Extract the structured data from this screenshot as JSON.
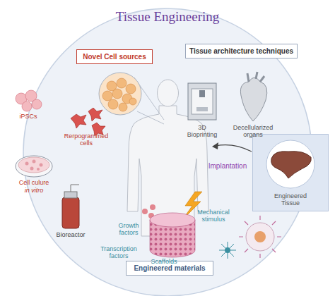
{
  "diagram": {
    "title": "Tissue Engineering",
    "nodes": [
      {
        "text": [
          "Novel Cell sources"
        ]
      },
      {
        "text": [
          "Tissue architecture techniques"
        ]
      },
      {
        "text": [
          "Engineered Tissue"
        ]
      },
      {
        "text": [
          "Engineered materials"
        ]
      }
    ],
    "labels": [
      "iPSCs",
      "Rerpogrammed cells",
      "Cell culure",
      "in vitro",
      "Bioreactor",
      "3D Bioprinting",
      "Decellularized organs",
      "Implantation",
      "Growth factors",
      "Transcription factors",
      "Scaffolds",
      "Mechanical stimulus"
    ]
  }
}
